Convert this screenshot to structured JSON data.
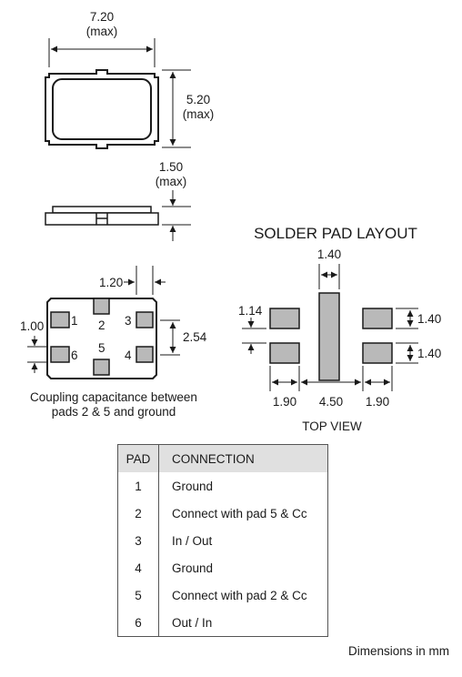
{
  "top_view": {
    "width_value": "7.20",
    "width_note": "(max)",
    "height_value": "5.20",
    "height_note": "(max)"
  },
  "side_view": {
    "thickness_value": "1.50",
    "thickness_note": "(max)"
  },
  "pinout_view": {
    "pad_width": "1.20",
    "pad_height": "1.00",
    "pad_pitch": "2.54",
    "pin_labels": [
      "1",
      "2",
      "3",
      "4",
      "5",
      "6"
    ],
    "caption_line1": "Coupling capacitance between",
    "caption_line2": "pads 2 & 5 and ground"
  },
  "solder_pad_layout": {
    "title": "SOLDER PAD LAYOUT",
    "center_pad_width": "1.40",
    "pad_height": "1.14",
    "right_pad_upper": "1.40",
    "right_pad_lower": "1.40",
    "left_width": "1.90",
    "center_span": "4.50",
    "right_width": "1.90",
    "view_label": "TOP VIEW"
  },
  "pad_table": {
    "header_pad": "PAD",
    "header_connection": "CONNECTION",
    "rows": [
      {
        "pad": "1",
        "connection": "Ground"
      },
      {
        "pad": "2",
        "connection": "Connect with pad 5 &  Cc"
      },
      {
        "pad": "3",
        "connection": "In / Out"
      },
      {
        "pad": "4",
        "connection": "Ground"
      },
      {
        "pad": "5",
        "connection": "Connect with pad 2 & Cc"
      },
      {
        "pad": "6",
        "connection": "Out / In"
      }
    ]
  },
  "footer": "Dimensions in mm",
  "colors": {
    "line": "#1a1a1a",
    "pad_fill": "#b9b9b9",
    "header_fill": "#e0e0e0"
  }
}
